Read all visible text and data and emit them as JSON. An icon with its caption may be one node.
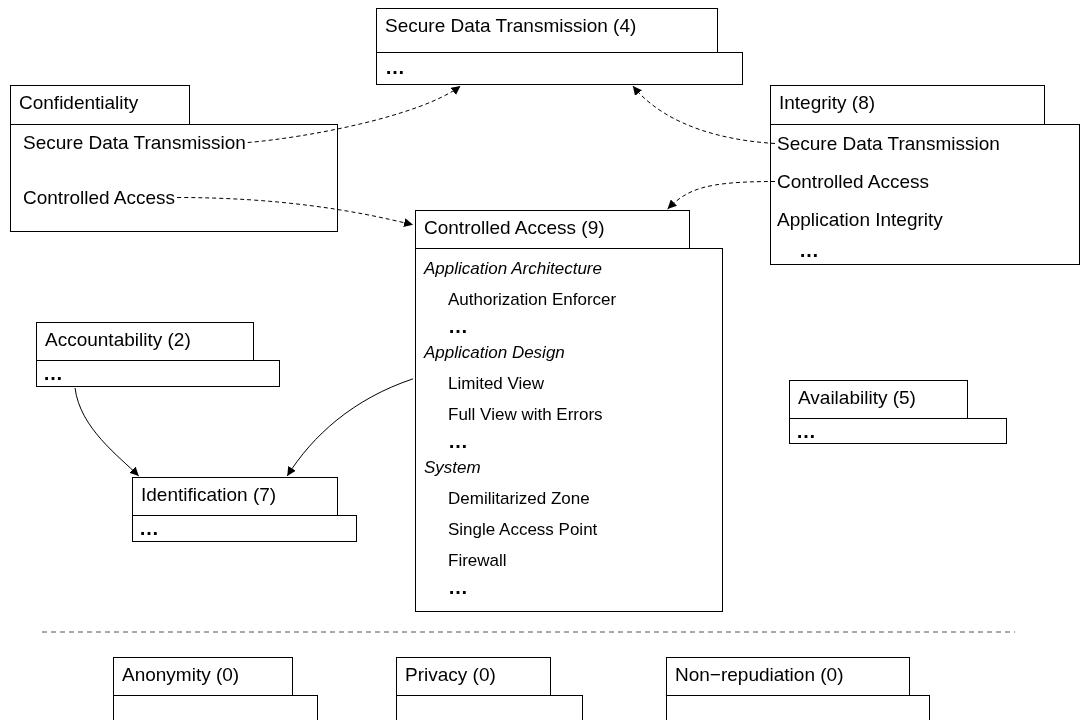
{
  "diagram": {
    "nodes": [
      {
        "text": [
          "Secure Data Transmission (4)",
          "…"
        ]
      },
      {
        "text": [
          "Confidentiality"
        ]
      },
      {
        "text": [
          "Secure Data Transmission"
        ],
        "in": 1
      },
      {
        "text": [
          "Controlled Access"
        ],
        "in": 1
      },
      {
        "text": [
          "Integrity (8)",
          "Application Integrity",
          "…"
        ]
      },
      {
        "text": [
          "Secure Data Transmission"
        ],
        "in": 4
      },
      {
        "text": [
          "Controlled Access"
        ],
        "in": 4
      },
      {
        "text": [
          "Controlled Access (9)",
          "*Application Architecture*",
          "Authorization Enforcer",
          "…",
          "*Application Design*",
          "Limited View",
          "Full View with Errors",
          "…",
          "*System*",
          "Demilitarized Zone",
          "Single Access Point",
          "Firewall",
          "…"
        ]
      },
      {
        "text": [
          "Accountability (2)",
          "…"
        ]
      },
      {
        "text": [
          "Availability (5)",
          "…"
        ]
      },
      {
        "text": [
          "Identification (7)",
          "…"
        ]
      },
      {
        "text": [
          "Anonymity (0)"
        ]
      },
      {
        "text": [
          "Privacy (0)"
        ]
      },
      {
        "text": [
          "Non−repudiation (0)"
        ]
      }
    ],
    "edges": [
      {
        "from": 2,
        "to": 0,
        "arrow": "to",
        "style": "dashed"
      },
      {
        "from": 3,
        "to": 7,
        "arrow": "to",
        "style": "dashed"
      },
      {
        "from": 5,
        "to": 0,
        "arrow": "to",
        "style": "dashed"
      },
      {
        "from": 6,
        "to": 7,
        "arrow": "to",
        "style": "dashed"
      },
      {
        "from": 8,
        "to": 10,
        "arrow": "to"
      },
      {
        "from": 7,
        "to": 10,
        "arrow": "to"
      }
    ]
  }
}
